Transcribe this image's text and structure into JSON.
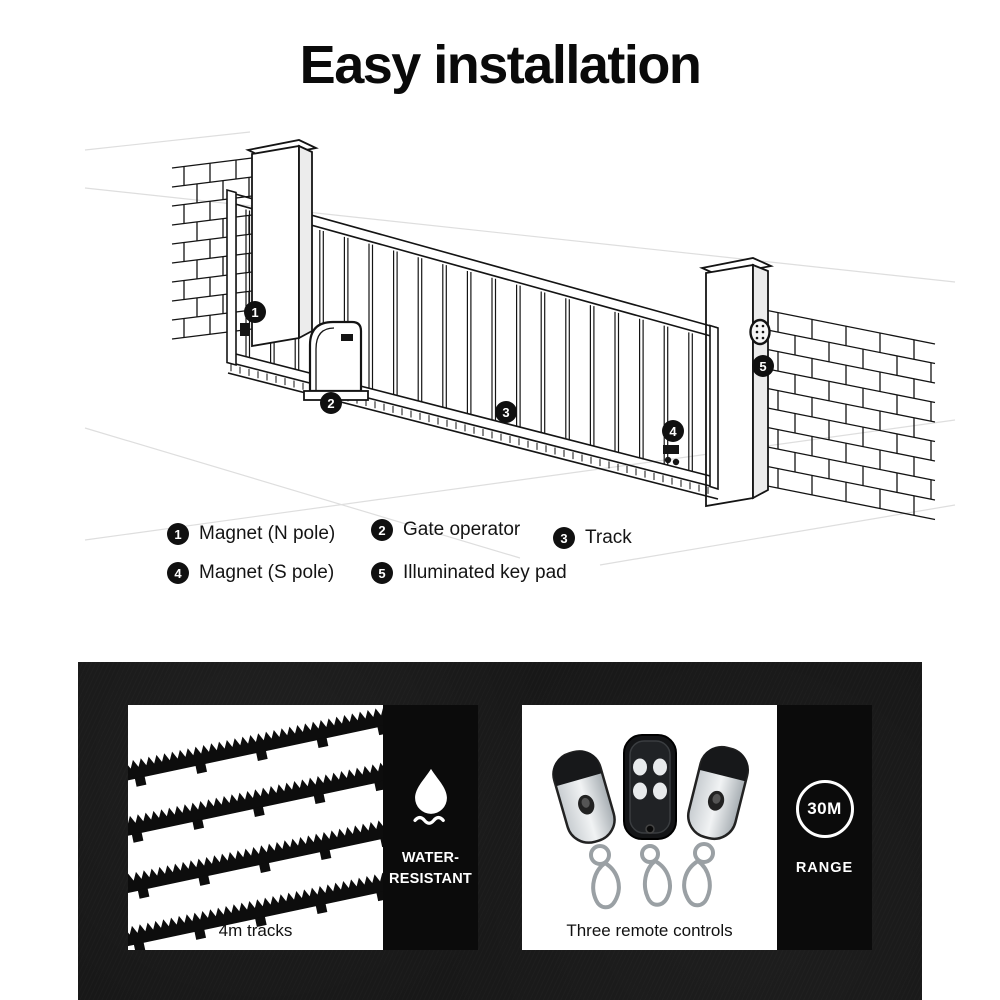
{
  "title": "Easy installation",
  "legend": {
    "items": [
      {
        "num": "1",
        "label": "Magnet (N pole)"
      },
      {
        "num": "2",
        "label": "Gate operator"
      },
      {
        "num": "3",
        "label": "Track"
      },
      {
        "num": "4",
        "label": "Magnet (S pole)"
      },
      {
        "num": "5",
        "label": "Illuminated key pad"
      }
    ]
  },
  "features": {
    "tracks": {
      "caption": "4m tracks",
      "badge": {
        "line1": "WATER-",
        "line2": "RESISTANT",
        "icon": "water-drop-icon"
      }
    },
    "remotes": {
      "caption": "Three remote controls",
      "badge": {
        "value": "30M",
        "label": "RANGE"
      }
    }
  },
  "colors": {
    "ink": "#111111",
    "panel": "#0b0b0b",
    "section_bg": "#181818",
    "white": "#ffffff"
  }
}
